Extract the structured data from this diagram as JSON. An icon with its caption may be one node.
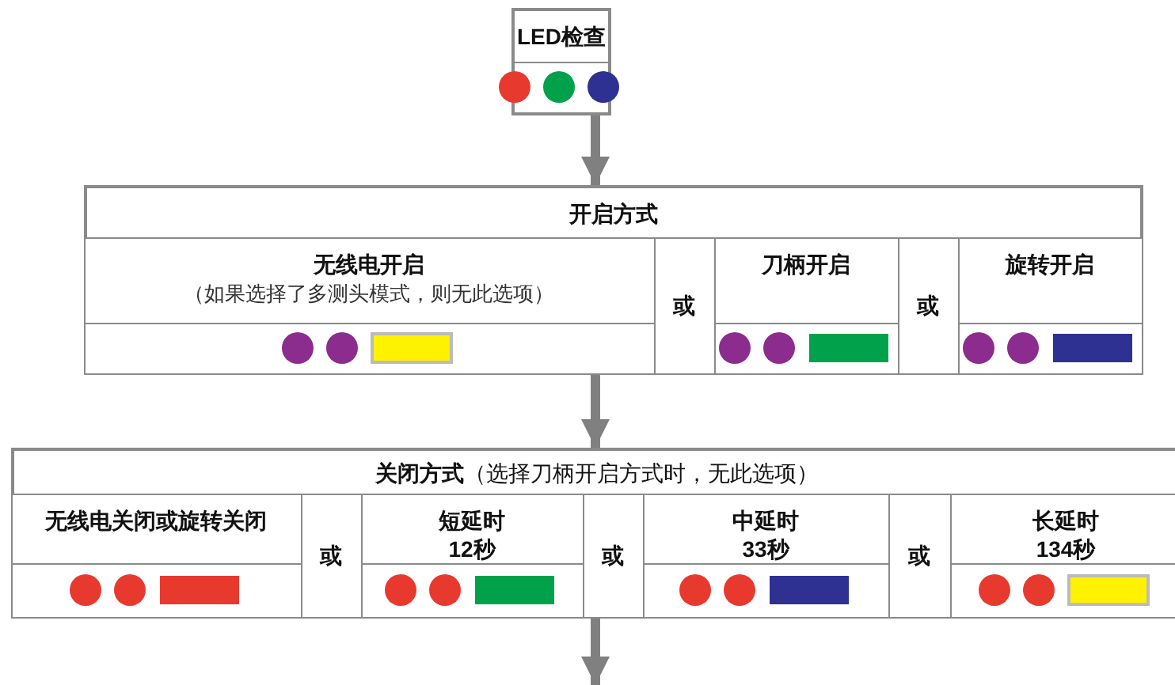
{
  "diagram": {
    "nodes": [
      {
        "text": [
          "LED检查"
        ]
      },
      {
        "text": [
          "开启方式"
        ]
      },
      {
        "text": [
          "无线电开启",
          "（如果选择了多测头模式，则无此选项）"
        ],
        "in": 1
      },
      {
        "text": [
          "或"
        ],
        "in": 1
      },
      {
        "text": [
          "刀柄开启"
        ],
        "in": 1
      },
      {
        "text": [
          "或"
        ],
        "in": 1
      },
      {
        "text": [
          "旋转开启"
        ],
        "in": 1
      },
      {
        "text": [
          "**关闭方式**（选择刀柄开启方式时，无此选项）"
        ]
      },
      {
        "text": [
          "无线电关闭或旋转关闭"
        ],
        "in": 7
      },
      {
        "text": [
          "或"
        ],
        "in": 7
      },
      {
        "text": [
          "短延时",
          "12秒"
        ],
        "in": 7
      },
      {
        "text": [
          "或"
        ],
        "in": 7
      },
      {
        "text": [
          "中延时",
          "33秒"
        ],
        "in": 7
      },
      {
        "text": [
          "或"
        ],
        "in": 7
      },
      {
        "text": [
          "长延时",
          "134秒"
        ],
        "in": 7
      }
    ],
    "edges": [
      {
        "from": 0,
        "to": 1,
        "arrow": "to"
      },
      {
        "from": 1,
        "to": 7,
        "arrow": "to"
      },
      {
        "from": 7,
        "to": null,
        "arrow": "to"
      }
    ]
  }
}
